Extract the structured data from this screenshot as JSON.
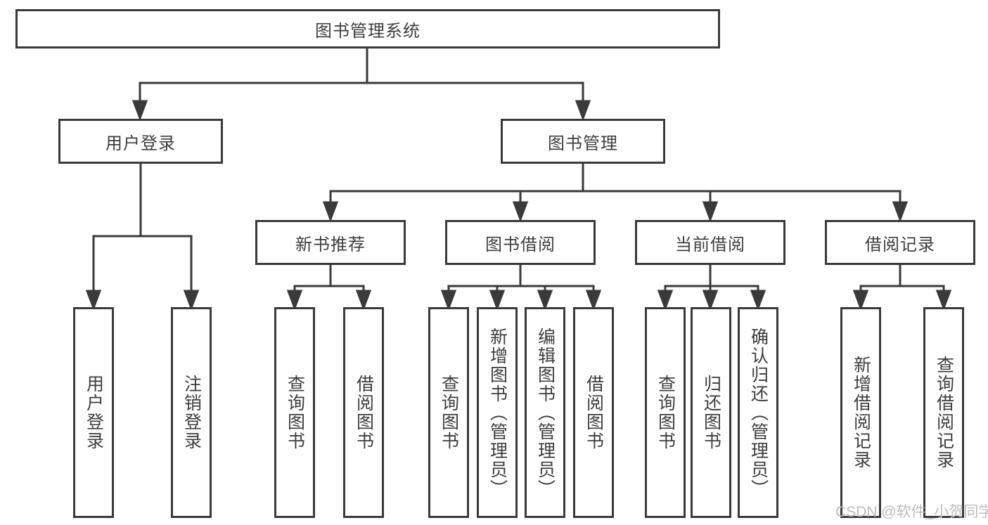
{
  "tree": {
    "root": "图书管理系统",
    "branches": [
      {
        "label": "用户登录",
        "children": [
          "用户登录",
          "注销登录"
        ]
      },
      {
        "label": "图书管理",
        "groups": [
          {
            "label": "新书推荐",
            "children": [
              "查询图书",
              "借阅图书"
            ]
          },
          {
            "label": "图书借阅",
            "children": [
              "查询图书",
              "新增图书（管理员）",
              "编辑图书（管理员）",
              "借阅图书"
            ]
          },
          {
            "label": "当前借阅",
            "children": [
              "查询图书",
              "归还图书",
              "确认归还（管理员）"
            ]
          },
          {
            "label": "借阅记录",
            "children": [
              "新增借阅记录",
              "查询借阅记录"
            ]
          }
        ]
      }
    ]
  },
  "watermark": "CSDN @软件_小贺同学",
  "colors": {
    "line": "#3a3a3a",
    "text": "#3d3d3d",
    "watermark": "#bdbdbd",
    "background": "#ffffff"
  }
}
